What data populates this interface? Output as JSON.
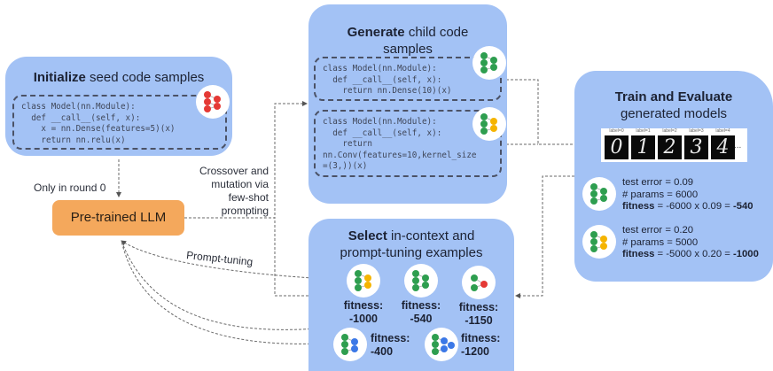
{
  "colors": {
    "panel": "#a3c2f5",
    "llm": "#f4a85c",
    "node_green": "#2e9e4f",
    "node_red": "#e53935",
    "node_yellow": "#f5b400",
    "node_blue": "#3b78e7"
  },
  "initialize": {
    "title_bold": "Initialize",
    "title_rest": " seed code samples",
    "code": "class Model(nn.Module):\n  def __call__(self, x):\n    x = nn.Dense(features=5)(x)\n    return nn.relu(x)",
    "badge_icon": "red-network-icon"
  },
  "generate": {
    "title_bold": "Generate",
    "title_rest": " child code samples",
    "code1": "class Model(nn.Module):\n  def __call__(self, x):\n    return nn.Dense(10)(x)",
    "code2": "class Model(nn.Module):\n  def __call__(self, x):\n    return\nnn.Conv(features=10,kernel_size\n=(3,))(x)",
    "badge1_icon": "green-network-icon",
    "badge2_icon": "green-yellow-network-icon"
  },
  "train": {
    "title_bold": "Train and Evaluate",
    "title_rest": "generated models",
    "mnist_labels": [
      "label=0",
      "label=1",
      "label=2",
      "label=3",
      "label=4"
    ],
    "mnist_digits": [
      "0",
      "1",
      "2",
      "3",
      "4"
    ],
    "mnist_more": "...",
    "results": [
      {
        "test_error": "test error = 0.09",
        "params": "# params = 6000",
        "fitness_label": "fitness",
        "fitness_expr": " = -6000 x 0.09 = ",
        "fitness_value": "-540"
      },
      {
        "test_error": "test error = 0.20",
        "params": "# params = 5000",
        "fitness_label": "fitness",
        "fitness_expr": " = -5000 x 0.20 = ",
        "fitness_value": "-1000"
      }
    ]
  },
  "select": {
    "title_bold": "Select",
    "title_rest": " in-context and prompt-tuning examples",
    "examples": [
      {
        "label": "fitness:",
        "value": "-1000"
      },
      {
        "label": "fitness:",
        "value": "-540"
      },
      {
        "label": "fitness:",
        "value": "-1150"
      },
      {
        "label": "fitness:",
        "value": "-400"
      },
      {
        "label": "fitness:",
        "value": "-1200"
      }
    ]
  },
  "llm": {
    "label": "Pre-trained LLM"
  },
  "labels": {
    "only_round0": "Only in round 0",
    "crossover": "Crossover and\nmutation via\nfew-shot\nprompting",
    "prompt_tuning": "Prompt-tuning"
  }
}
